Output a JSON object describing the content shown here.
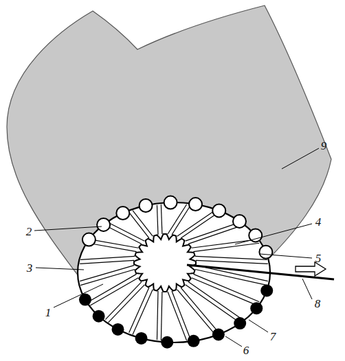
{
  "diagram": {
    "labels": [
      "9",
      "2",
      "4",
      "5",
      "3",
      "1",
      "8",
      "7",
      "6"
    ]
  }
}
